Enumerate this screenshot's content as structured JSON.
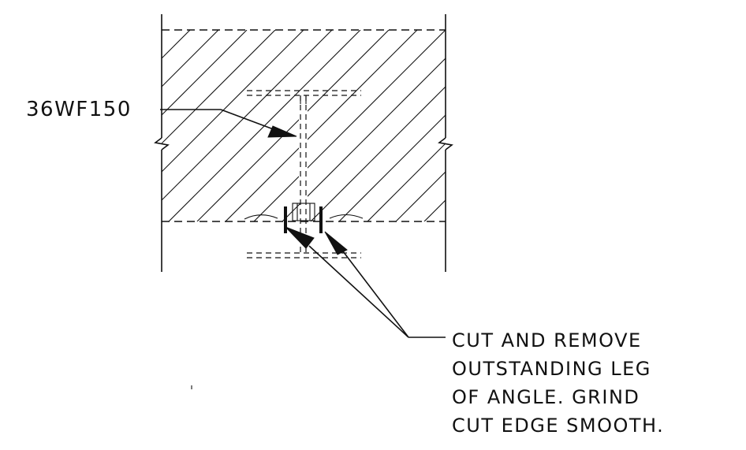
{
  "member_label": "36WF150",
  "note_lines": [
    "CUT AND REMOVE",
    "OUTSTANDING LEG",
    "OF ANGLE. GRIND",
    "CUT EDGE SMOOTH."
  ],
  "colors": {
    "ink": "#111111",
    "background": "#ffffff"
  }
}
